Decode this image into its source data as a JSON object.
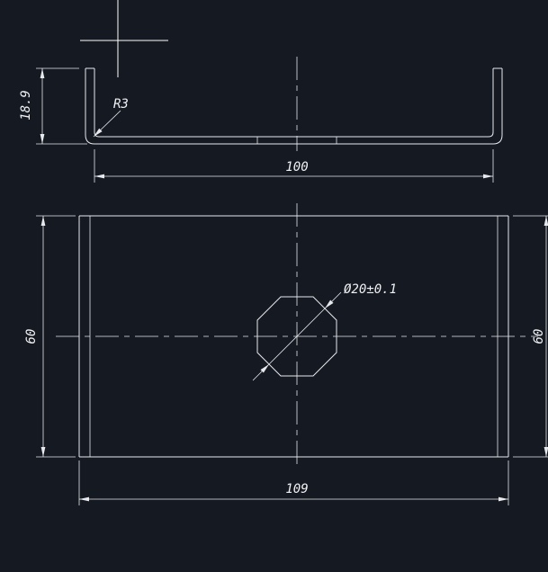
{
  "canvas": {
    "background": "#151922",
    "line_color": "#e7e9ec",
    "text_color": "#f0f1f3",
    "cursor_type": "crosshair"
  },
  "front_view": {
    "dim_flange_height": "18.9",
    "dim_bend_radius": "R3",
    "dim_inner_width": "100"
  },
  "plan_view": {
    "dim_depth_left": "60",
    "dim_depth_right": "60",
    "dim_overall_length": "109",
    "dim_hole": "Ø20±0.1"
  }
}
